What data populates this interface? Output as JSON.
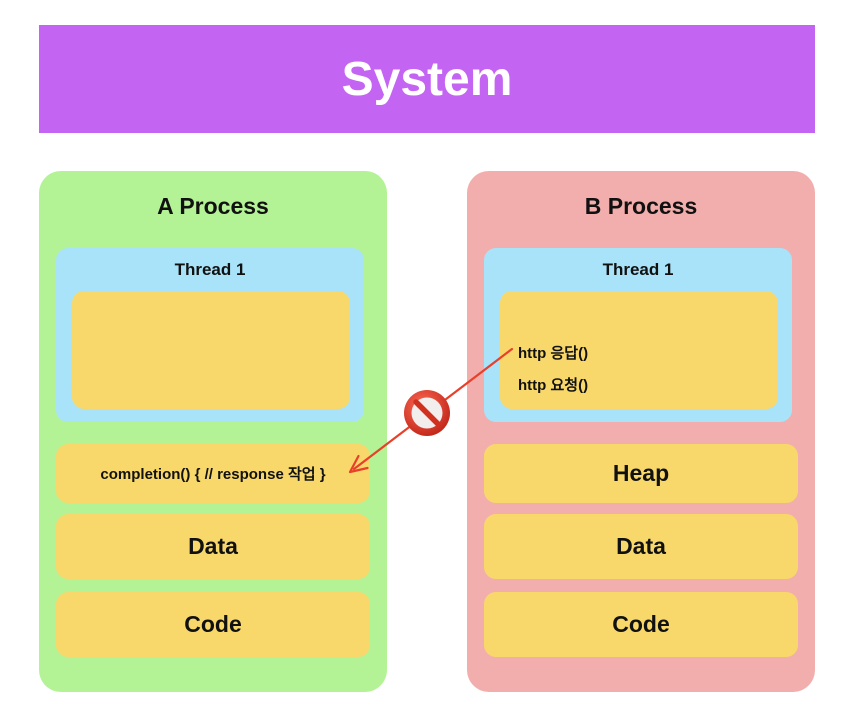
{
  "title": "System",
  "process_a": {
    "title": "A Process",
    "thread_label": "Thread 1",
    "segments": {
      "completion": "completion() { // response 작업 }",
      "data": "Data",
      "code": "Code"
    }
  },
  "process_b": {
    "title": "B Process",
    "thread_label": "Thread 1",
    "thread_lines": [
      "http 응답()",
      "http 요청()"
    ],
    "segments": {
      "heap": "Heap",
      "data": "Data",
      "code": "Code"
    }
  },
  "colors": {
    "banner": "#c464f2",
    "process_a": "#b4f296",
    "process_b": "#f2aeac",
    "thread": "#a9e3f9",
    "segment": "#f8d86a",
    "arrow": "#e8402a"
  },
  "icons": {
    "blocked": "prohibited-icon"
  }
}
